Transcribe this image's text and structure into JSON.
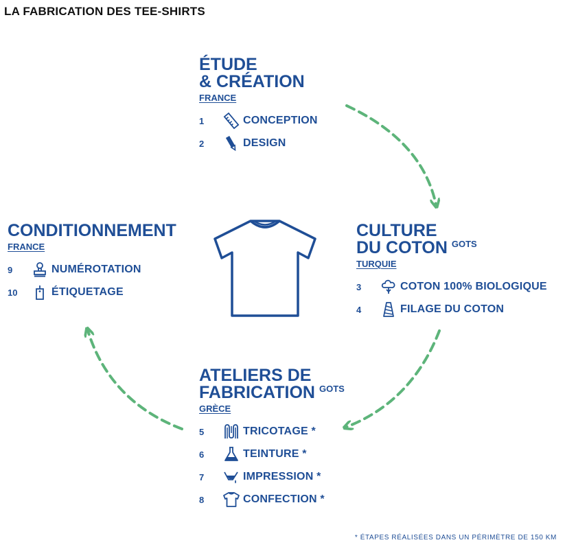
{
  "title": "LA FABRICATION DES TEE-SHIRTS",
  "colors": {
    "blue": "#1f4e96",
    "arrow_green": "#5db47a",
    "title_black": "#111111"
  },
  "center_icon": "t-shirt-icon",
  "sections": {
    "etude": {
      "title_line1": "ÉTUDE",
      "title_line2": "& CRÉATION",
      "country": "FRANCE",
      "steps": [
        {
          "num": "1",
          "icon": "ruler-icon",
          "label": "CONCEPTION"
        },
        {
          "num": "2",
          "icon": "pencil-icon",
          "label": "DESIGN"
        }
      ]
    },
    "culture": {
      "title_line1": "CULTURE",
      "title_line2": "DU COTON",
      "badge": "GOTS",
      "country": "TURQUIE",
      "steps": [
        {
          "num": "3",
          "icon": "cotton-flower-icon",
          "label": "COTON 100% BIOLOGIQUE"
        },
        {
          "num": "4",
          "icon": "thread-spool-icon",
          "label": "FILAGE DU COTON"
        }
      ]
    },
    "ateliers": {
      "title_line1": "ATELIERS DE",
      "title_line2": "FABRICATION",
      "badge": "GOTS",
      "country": "GRÈCE",
      "steps": [
        {
          "num": "5",
          "icon": "knitting-icon",
          "label": "TRICOTAGE *"
        },
        {
          "num": "6",
          "icon": "flask-icon",
          "label": "TEINTURE *"
        },
        {
          "num": "7",
          "icon": "ink-tray-icon",
          "label": "IMPRESSION *"
        },
        {
          "num": "8",
          "icon": "t-shirt-icon",
          "label": "CONFECTION *"
        }
      ]
    },
    "conditionnement": {
      "title_line1": "CONDITIONNEMENT",
      "country": "FRANCE",
      "steps": [
        {
          "num": "9",
          "icon": "stamp-icon",
          "label": "NUMÉROTATION"
        },
        {
          "num": "10",
          "icon": "tag-icon",
          "label": "ÉTIQUETAGE"
        }
      ]
    }
  },
  "footnote": "* ÉTAPES RÉALISÉES DANS UN PÉRIMÈTRE DE 150 KM"
}
